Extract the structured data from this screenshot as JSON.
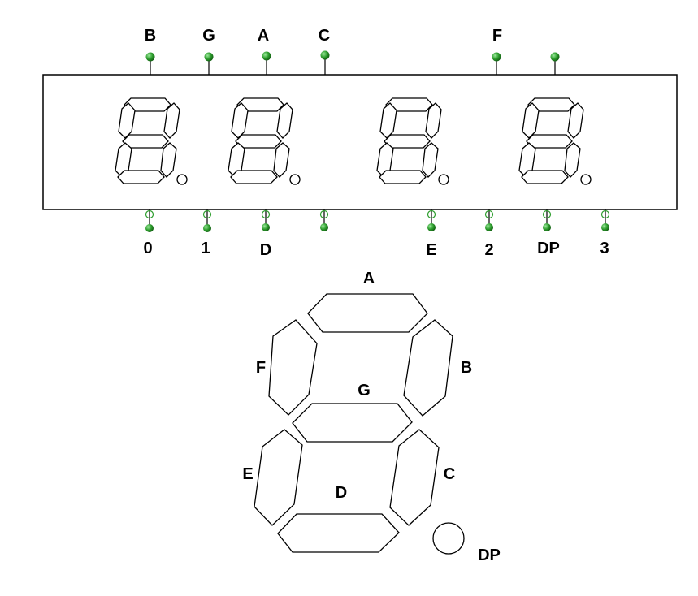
{
  "module": {
    "digit_count": 4,
    "top_pins": [
      {
        "label": "B"
      },
      {
        "label": "G"
      },
      {
        "label": "A"
      },
      {
        "label": "C"
      },
      {
        "label": "F"
      },
      {
        "label": ""
      }
    ],
    "bottom_pins": [
      {
        "label": "0"
      },
      {
        "label": "1"
      },
      {
        "label": "D"
      },
      {
        "label": ""
      },
      {
        "label": "E"
      },
      {
        "label": "2"
      },
      {
        "label": "DP"
      },
      {
        "label": "3"
      }
    ],
    "pin_color": "#2e9e2e",
    "pin_highlight": "#8fe08f"
  },
  "segment_diagram": {
    "labels": {
      "A": "A",
      "B": "B",
      "C": "C",
      "D": "D",
      "E": "E",
      "F": "F",
      "G": "G",
      "DP": "DP"
    }
  }
}
